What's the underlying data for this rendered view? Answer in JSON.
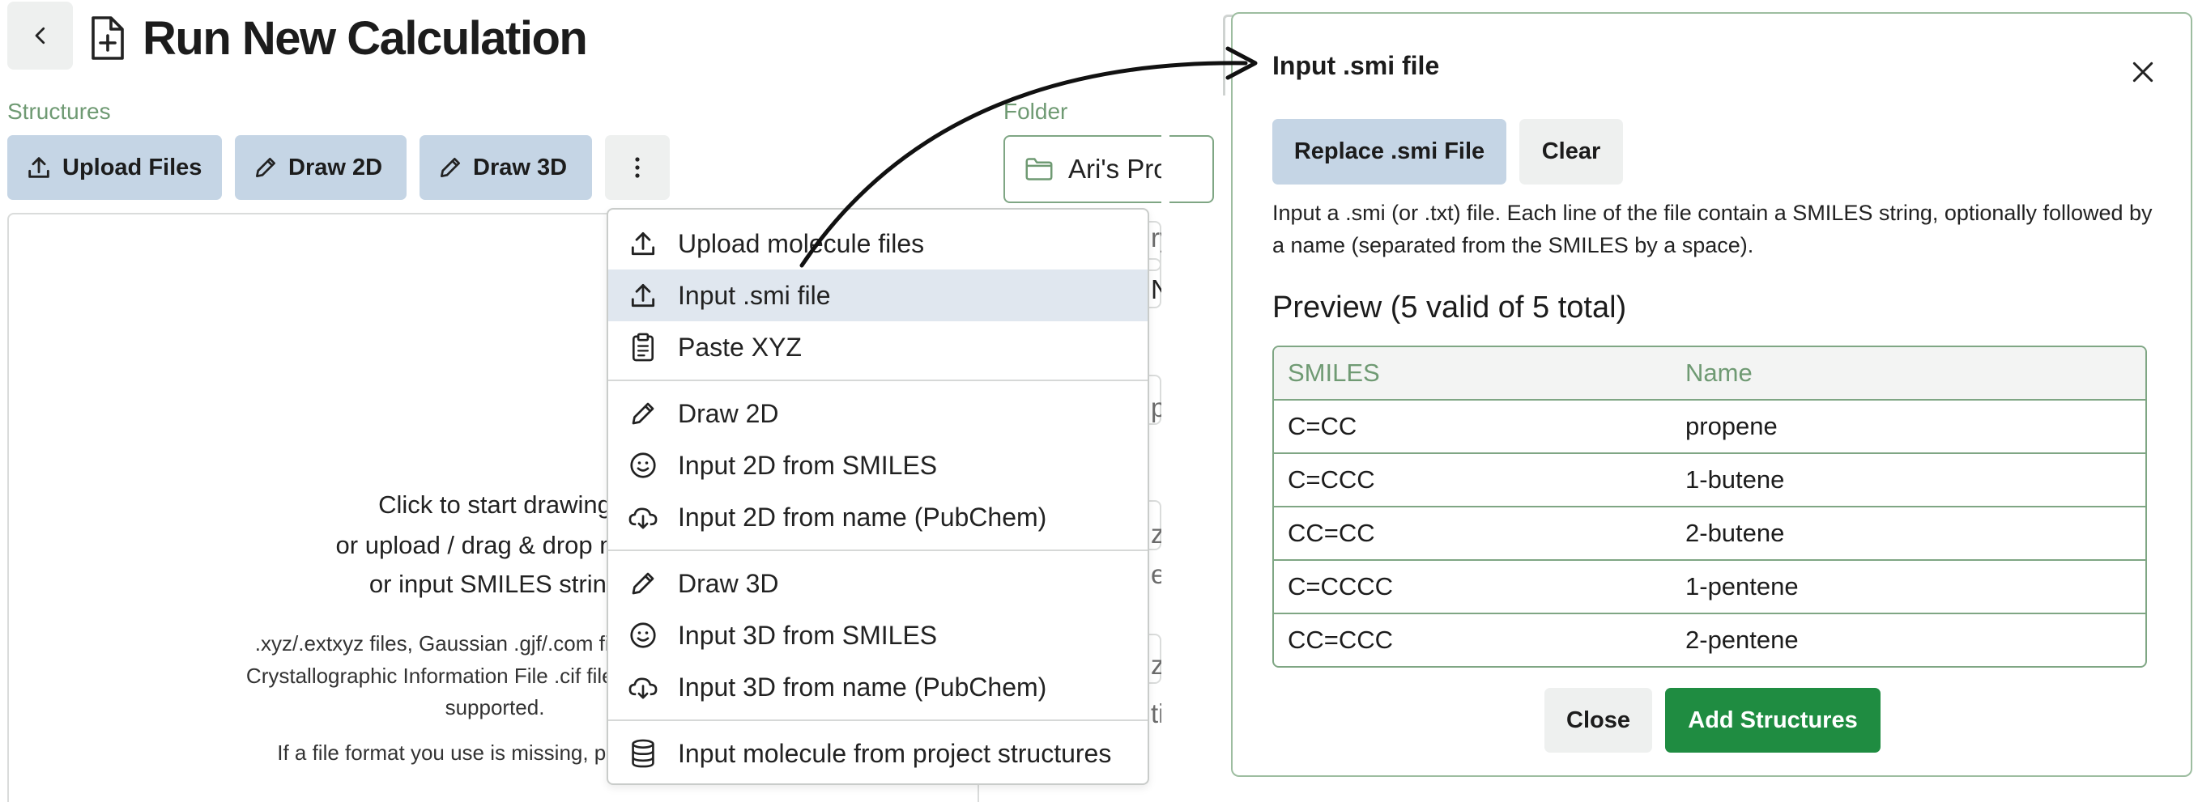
{
  "page": {
    "title": "Run New Calculation",
    "structures_label": "Structures",
    "folder_label": "Folder",
    "folder_value": "Ari's Pro",
    "buttons": {
      "upload": "Upload Files",
      "draw2d": "Draw 2D",
      "draw3d": "Draw 3D"
    },
    "drop_area": {
      "line1": "Click to start drawing",
      "line2": "or upload / drag & drop mole",
      "line3": "or input SMILES string",
      "line4": ".xyz/.extxyz files, Gaussian .gjf/.com files, Tripos .m",
      "line5": "Crystallographic Information File .cif files, and Schröd",
      "line6": "supported.",
      "line7": "If a file format you use is missing, please email"
    },
    "side_fragments": [
      "ry",
      "N",
      "p",
      "ze",
      "e",
      "ze",
      "ti"
    ]
  },
  "menu": {
    "groups": [
      [
        {
          "label": "Upload molecule files",
          "icon": "upload-icon",
          "active": false
        },
        {
          "label": "Input .smi file",
          "icon": "upload-icon",
          "active": true
        },
        {
          "label": "Paste XYZ",
          "icon": "clipboard-icon",
          "active": false
        }
      ],
      [
        {
          "label": "Draw 2D",
          "icon": "pencil-icon",
          "active": false
        },
        {
          "label": "Input 2D from SMILES",
          "icon": "smiley-icon",
          "active": false
        },
        {
          "label": "Input 2D from name (PubChem)",
          "icon": "cloud-download-icon",
          "active": false
        }
      ],
      [
        {
          "label": "Draw 3D",
          "icon": "pencil-icon",
          "active": false
        },
        {
          "label": "Input 3D from SMILES",
          "icon": "smiley-icon",
          "active": false
        },
        {
          "label": "Input 3D from name (PubChem)",
          "icon": "cloud-download-icon",
          "active": false
        }
      ],
      [
        {
          "label": "Input molecule from project structures",
          "icon": "database-icon",
          "active": false
        }
      ]
    ]
  },
  "modal": {
    "title": "Input .smi file",
    "replace_button": "Replace .smi File",
    "clear_button": "Clear",
    "description": "Input a .smi (or .txt) file. Each line of the file contain a SMILES string, optionally followed by a name (separated from the SMILES by a space).",
    "preview_title": "Preview (5 valid of 5 total)",
    "table": {
      "headers": [
        "SMILES",
        "Name"
      ],
      "rows": [
        [
          "C=CC",
          "propene"
        ],
        [
          "C=CCC",
          "1-butene"
        ],
        [
          "CC=CC",
          "2-butene"
        ],
        [
          "C=CCCC",
          "1-pentene"
        ],
        [
          "CC=CCC",
          "2-pentene"
        ]
      ]
    },
    "close_button": "Close",
    "add_button": "Add Structures"
  },
  "colors": {
    "accent_blue": "#c5d5e5",
    "label_green": "#6f9a73",
    "primary_green": "#1f8c41",
    "border_green": "#7fa684",
    "menu_active": "#e0e7ef"
  }
}
